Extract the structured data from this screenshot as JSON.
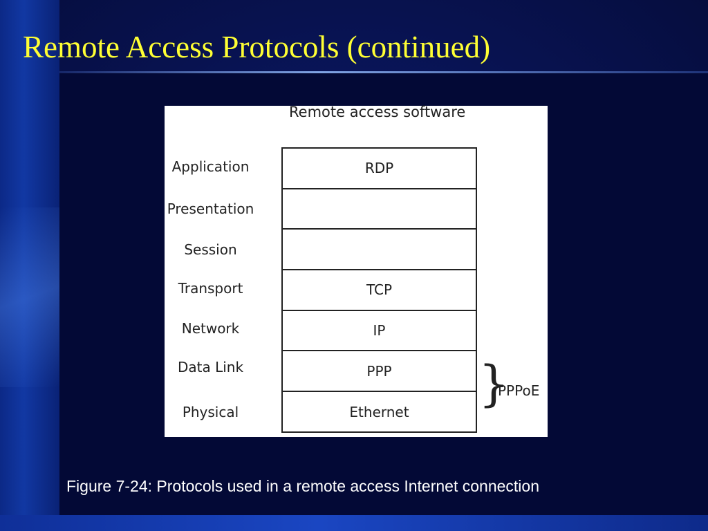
{
  "slide": {
    "title": "Remote Access Protocols (continued)",
    "caption": "Figure 7-24: Protocols used in a remote access Internet connection"
  },
  "diagram": {
    "header": "Remote access software",
    "layers": [
      {
        "label": "Application",
        "protocol": "RDP"
      },
      {
        "label": "Presentation",
        "protocol": ""
      },
      {
        "label": "Session",
        "protocol": ""
      },
      {
        "label": "Transport",
        "protocol": "TCP"
      },
      {
        "label": "Network",
        "protocol": "IP"
      },
      {
        "label": "Data Link",
        "protocol": "PPP"
      },
      {
        "label": "Physical",
        "protocol": "Ethernet"
      }
    ],
    "bracket_label": "PPPoE"
  },
  "colors": {
    "title": "#ffff33",
    "caption": "#ffffff",
    "background": "#08124f"
  }
}
